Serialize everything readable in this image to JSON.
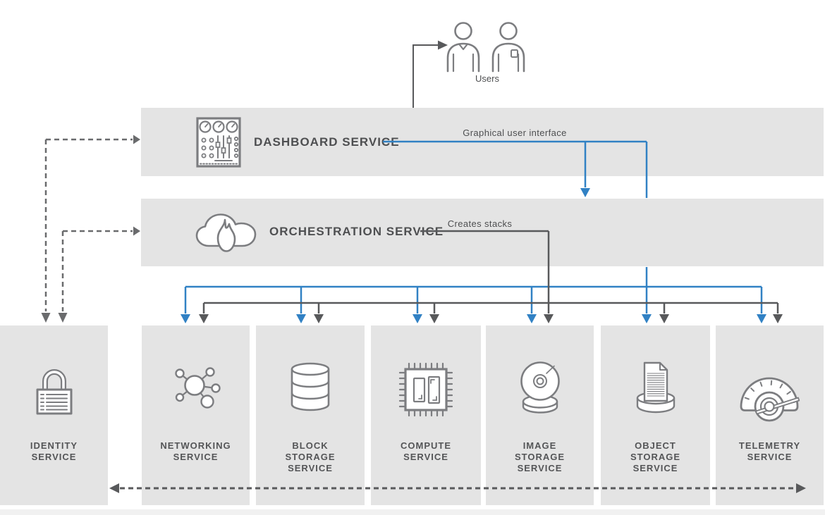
{
  "title": "OpenStack services architecture diagram",
  "colors": {
    "accent_blue": "#3181c4",
    "line_dark": "#58595b",
    "dashed_gray": "#6a6b6d",
    "panel_gray": "#e4e4e4",
    "icon_gray": "#7c7d80",
    "text_dark": "#4e4f51"
  },
  "users": {
    "label": "Users",
    "icon": "users-icon"
  },
  "bands": {
    "dashboard": {
      "label": "DASHBOARD SERVICE",
      "annotation": "Graphical user interface",
      "icon": "control-panel-icon"
    },
    "orchestration": {
      "label": "ORCHESTRATION SERVICE",
      "annotation": "Creates stacks",
      "icon": "cloud-flame-icon"
    }
  },
  "services": [
    {
      "id": "identity",
      "icon": "padlock-icon",
      "lines": [
        "IDENTITY",
        "SERVICE"
      ]
    },
    {
      "id": "networking",
      "icon": "network-nodes-icon",
      "lines": [
        "NETWORKING",
        "SERVICE"
      ]
    },
    {
      "id": "block-storage",
      "icon": "database-icon",
      "lines": [
        "BLOCK",
        "STORAGE",
        "SERVICE"
      ]
    },
    {
      "id": "compute",
      "icon": "chip-icon",
      "lines": [
        "COMPUTE",
        "SERVICE"
      ]
    },
    {
      "id": "image-storage",
      "icon": "disc-icon",
      "lines": [
        "IMAGE",
        "STORAGE",
        "SERVICE"
      ]
    },
    {
      "id": "object-storage",
      "icon": "document-stack-icon",
      "lines": [
        "OBJECT",
        "STORAGE",
        "SERVICE"
      ]
    },
    {
      "id": "telemetry",
      "icon": "gauge-icon",
      "lines": [
        "TELEMETRY",
        "SERVICE"
      ]
    }
  ]
}
